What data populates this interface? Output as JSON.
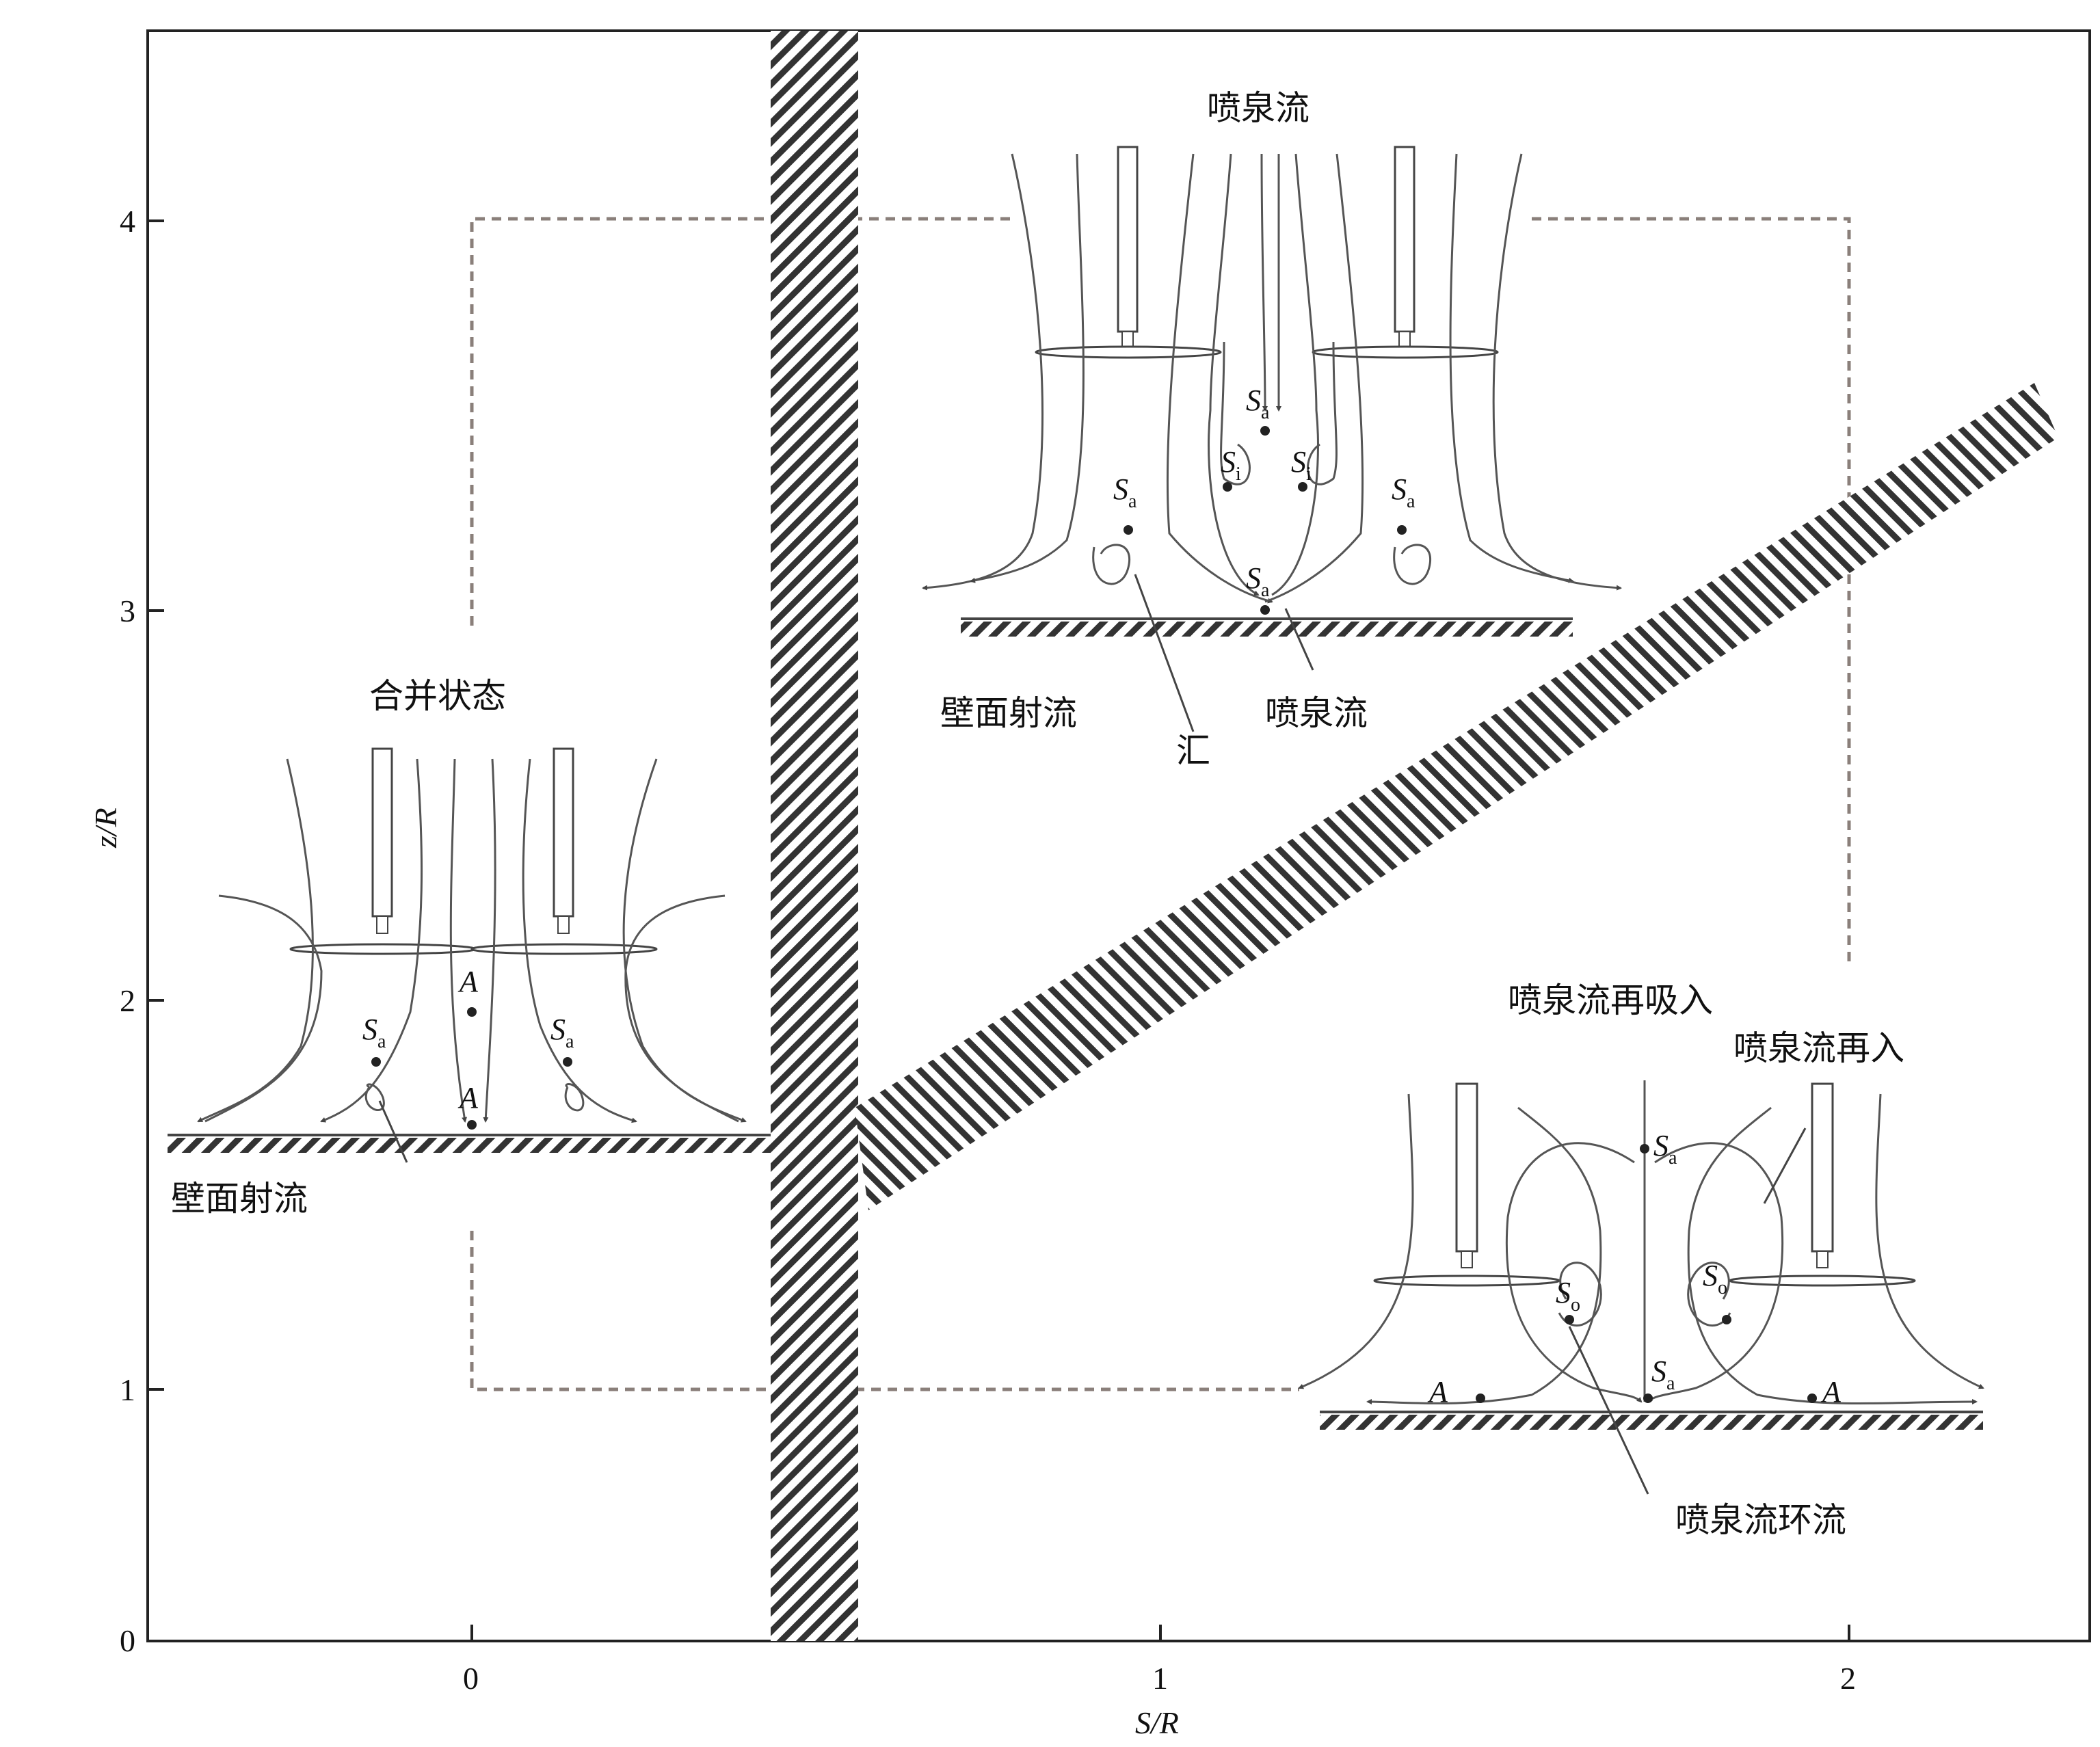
{
  "axes": {
    "xlabel": "S/R",
    "ylabel": "z/R",
    "xticks": [
      "0",
      "1",
      "2"
    ],
    "yticks": [
      "0",
      "1",
      "2",
      "3",
      "4"
    ]
  },
  "panels": {
    "merge": {
      "title": "合并状态",
      "wall_jet": "壁面射流"
    },
    "fountain": {
      "title": "喷泉流",
      "wall_jet": "壁面射流",
      "sink": "汇",
      "fountain_label": "喷泉流"
    },
    "reentry": {
      "title": "喷泉流再吸入",
      "reentry": "喷泉流再入",
      "circulation": "喷泉流环流"
    }
  },
  "symbols": {
    "S": "S",
    "A": "A",
    "sub_a": "a",
    "sub_i": "i",
    "sub_o": "o"
  },
  "colors": {
    "line": "#555555",
    "dashed": "#8a7f7a",
    "hatch": "#333333"
  }
}
